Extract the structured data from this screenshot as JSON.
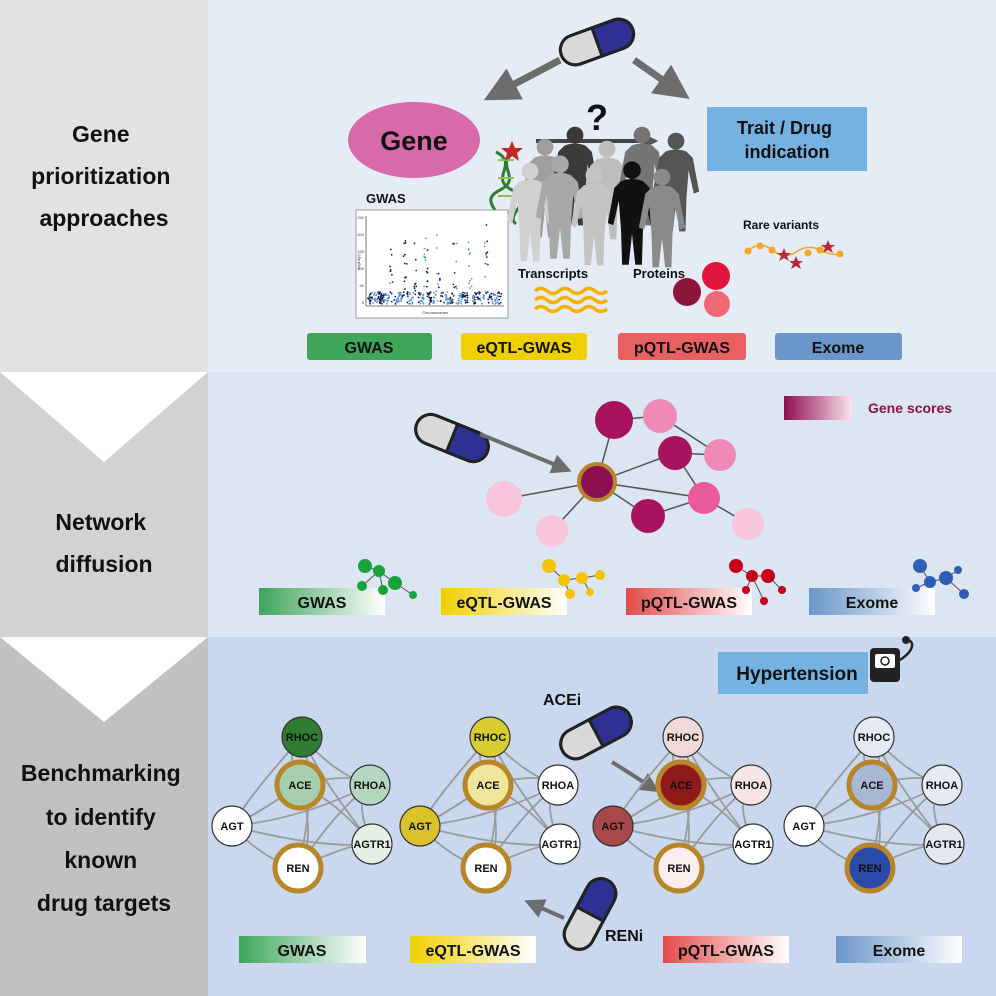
{
  "sections": [
    {
      "title_lines": [
        "Gene",
        "prioritization",
        "approaches"
      ]
    },
    {
      "title_lines": [
        "Network",
        "diffusion"
      ]
    },
    {
      "title_lines": [
        "Benchmarking",
        "to identify",
        "known",
        "drug targets"
      ]
    }
  ],
  "panel1": {
    "gene_label": "Gene",
    "question_mark": "?",
    "trait_lines": [
      "Trait / Drug",
      "indication"
    ],
    "gwas_plot_label": "GWAS",
    "gwas_plot_xlabel": "Chromosomes",
    "gwas_plot_ylabel": "-log10(p)",
    "gwas_plot_yticks": [
      "250",
      "200",
      "150",
      "100",
      "50",
      "0"
    ],
    "transcripts_label": "Transcripts",
    "proteins_label": "Proteins",
    "rare_variants_label": "Rare variants",
    "methods": [
      "GWAS",
      "eQTL-GWAS",
      "pQTL-GWAS",
      "Exome"
    ]
  },
  "panel2": {
    "gene_scores_label": "Gene scores",
    "methods": [
      "GWAS",
      "eQTL-GWAS",
      "pQTL-GWAS",
      "Exome"
    ]
  },
  "panel3": {
    "hypertension_label": "Hypertension",
    "acei_label": "ACEi",
    "reni_label": "RENi",
    "gene_labels": [
      "RHOC",
      "ACE",
      "RHOA",
      "AGT",
      "AGTR1",
      "REN"
    ],
    "methods": [
      "GWAS",
      "eQTL-GWAS",
      "pQTL-GWAS",
      "Exome"
    ]
  },
  "colors": {
    "gwas": "#3ea55a",
    "eqtl": "#f0d000",
    "pqtl": "#e96060",
    "exome": "#6a96c9",
    "gene_ellipse": "#d76aa9",
    "trait_box": "#75b2e2",
    "score_high": "#8c0f4f",
    "score_low": "#f7d6e8",
    "ring": "#b8862a"
  }
}
